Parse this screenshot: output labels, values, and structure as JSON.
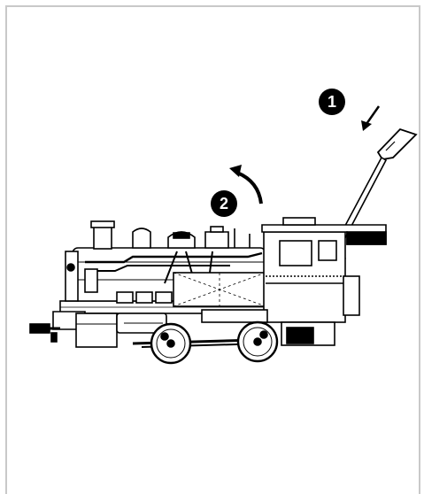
{
  "steps": [
    {
      "number": "1",
      "meaning": "push-down"
    },
    {
      "number": "2",
      "meaning": "lift-rotate"
    }
  ],
  "colors": {
    "ink": "#000000",
    "paper": "#ffffff",
    "frame": "#c9c9c9"
  },
  "icons": {
    "screwdriver": "screwdriver-icon",
    "arrow_down": "arrow-down-icon",
    "arrow_curved": "curved-arrow-icon",
    "locomotive": "locomotive-icon"
  }
}
